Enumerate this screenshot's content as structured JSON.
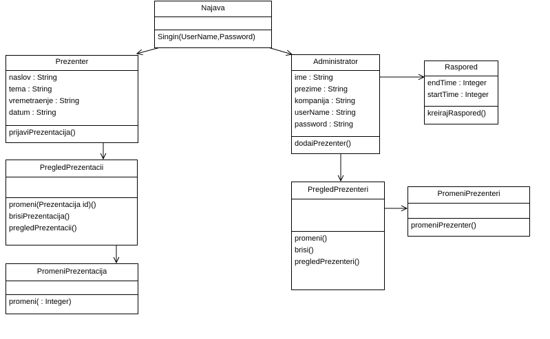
{
  "diagram": {
    "classes": [
      {
        "key": "najava",
        "name": "Najava",
        "attributes": [],
        "operations": [
          "Singin(UserName,Password)"
        ]
      },
      {
        "key": "prezenter",
        "name": "Prezenter",
        "attributes": [
          "naslov : String",
          "tema : String",
          "vremetraenje : String",
          "datum : String"
        ],
        "operations": [
          "prijaviPrezentacija()"
        ]
      },
      {
        "key": "administrator",
        "name": "Administrator",
        "attributes": [
          "ime : String",
          "prezime : String",
          "kompanija : String",
          "userName : String",
          "password : String"
        ],
        "operations": [
          "dodaiPrezenter()"
        ]
      },
      {
        "key": "raspored",
        "name": "Raspored",
        "attributes": [
          "endTime : Integer",
          "startTime : Integer"
        ],
        "operations": [
          "kreirajRaspored()"
        ]
      },
      {
        "key": "pregledprezentacii",
        "name": "PregledPrezentacii",
        "attributes": [],
        "operations": [
          "promeni(Prezentacija id)()",
          "brisiPrezentacija()",
          "pregledPrezentacii()"
        ]
      },
      {
        "key": "promeniprezentacija",
        "name": "PromeniPrezentacija",
        "attributes": [],
        "operations": [
          "promeni( : Integer)"
        ]
      },
      {
        "key": "pregledprezenteri",
        "name": "PregledPrezenteri",
        "attributes": [],
        "operations": [
          "promeni()",
          "brisi()",
          "pregledPrezenteri()"
        ]
      },
      {
        "key": "promeniprezenteri",
        "name": "PromeniPrezenteri",
        "attributes": [],
        "operations": [
          "promeniPrezenter()"
        ]
      }
    ],
    "associations": [
      {
        "from": "najava",
        "to": "prezenter"
      },
      {
        "from": "najava",
        "to": "administrator"
      },
      {
        "from": "administrator",
        "to": "raspored"
      },
      {
        "from": "prezenter",
        "to": "pregledprezentacii"
      },
      {
        "from": "pregledprezentacii",
        "to": "promeniprezentacija"
      },
      {
        "from": "administrator",
        "to": "pregledprezenteri"
      },
      {
        "from": "pregledprezenteri",
        "to": "promeniprezenteri"
      }
    ]
  }
}
